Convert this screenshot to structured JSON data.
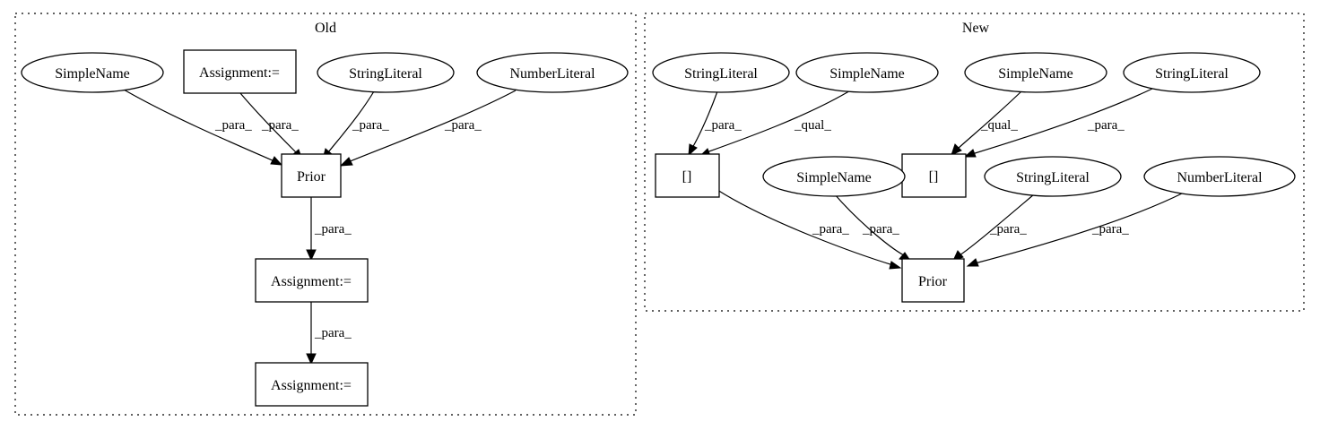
{
  "clusters": {
    "old": {
      "label": "Old"
    },
    "new": {
      "label": "New"
    }
  },
  "nodes": {
    "old_simplename": {
      "label": "SimpleName",
      "shape": "ellipse"
    },
    "old_assign_top": {
      "label": "Assignment:=",
      "shape": "box"
    },
    "old_stringliteral": {
      "label": "StringLiteral",
      "shape": "ellipse"
    },
    "old_numberliteral": {
      "label": "NumberLiteral",
      "shape": "ellipse"
    },
    "old_prior": {
      "label": "Prior",
      "shape": "box"
    },
    "old_assign_mid": {
      "label": "Assignment:=",
      "shape": "box"
    },
    "old_assign_bottom": {
      "label": "Assignment:=",
      "shape": "box"
    },
    "new_stringliteral_1": {
      "label": "StringLiteral",
      "shape": "ellipse"
    },
    "new_simplename_1": {
      "label": "SimpleName",
      "shape": "ellipse"
    },
    "new_simplename_2": {
      "label": "SimpleName",
      "shape": "ellipse"
    },
    "new_stringliteral_2": {
      "label": "StringLiteral",
      "shape": "ellipse"
    },
    "new_index_1": {
      "label": "[]",
      "shape": "box"
    },
    "new_index_2": {
      "label": "[]",
      "shape": "box"
    },
    "new_simplename_3": {
      "label": "SimpleName",
      "shape": "ellipse"
    },
    "new_stringliteral_3": {
      "label": "StringLiteral",
      "shape": "ellipse"
    },
    "new_numberliteral": {
      "label": "NumberLiteral",
      "shape": "ellipse"
    },
    "new_prior": {
      "label": "Prior",
      "shape": "box"
    }
  },
  "edges": [
    {
      "from": "old_simplename",
      "to": "old_prior",
      "label": "_para_"
    },
    {
      "from": "old_assign_top",
      "to": "old_prior",
      "label": "_para_"
    },
    {
      "from": "old_stringliteral",
      "to": "old_prior",
      "label": "_para_"
    },
    {
      "from": "old_numberliteral",
      "to": "old_prior",
      "label": "_para_"
    },
    {
      "from": "old_prior",
      "to": "old_assign_mid",
      "label": "_para_"
    },
    {
      "from": "old_assign_mid",
      "to": "old_assign_bottom",
      "label": "_para_"
    },
    {
      "from": "new_stringliteral_1",
      "to": "new_index_1",
      "label": "_para_"
    },
    {
      "from": "new_simplename_1",
      "to": "new_index_1",
      "label": "_qual_"
    },
    {
      "from": "new_simplename_2",
      "to": "new_index_2",
      "label": "_qual_"
    },
    {
      "from": "new_stringliteral_2",
      "to": "new_index_2",
      "label": "_para_"
    },
    {
      "from": "new_index_1",
      "to": "new_prior",
      "label": "_para_"
    },
    {
      "from": "new_simplename_3",
      "to": "new_prior",
      "label": "_para_"
    },
    {
      "from": "new_stringliteral_3",
      "to": "new_prior",
      "label": "_para_"
    },
    {
      "from": "new_numberliteral",
      "to": "new_prior",
      "label": "_para_"
    }
  ]
}
